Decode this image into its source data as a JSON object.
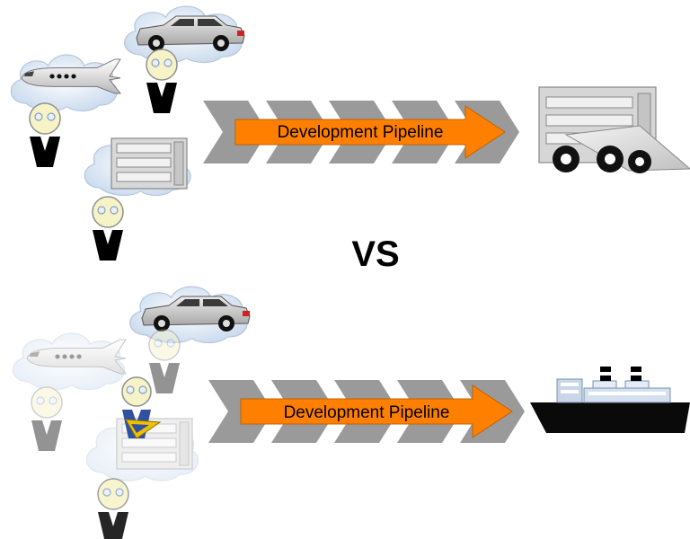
{
  "top_pipeline": {
    "label": "Development Pipeline",
    "ideas": [
      "car-icon",
      "airplane-icon",
      "server-rack-icon"
    ],
    "result": "truck-icon"
  },
  "separator": {
    "label": "VS"
  },
  "bottom_pipeline": {
    "label": "Development Pipeline",
    "ideas": [
      "car-icon",
      "airplane-icon",
      "server-rack-icon"
    ],
    "leader": "decision-maker-icon",
    "result": "ship-icon"
  },
  "colors": {
    "arrow_orange": "#ff8000",
    "chevron_gray": "#9a9a9a",
    "cloud_blue": "#d8e4f2",
    "vehicle_gray": "#c8c8c8",
    "tie_blue": "#3050a0",
    "tie_yellow": "#f0c000"
  }
}
